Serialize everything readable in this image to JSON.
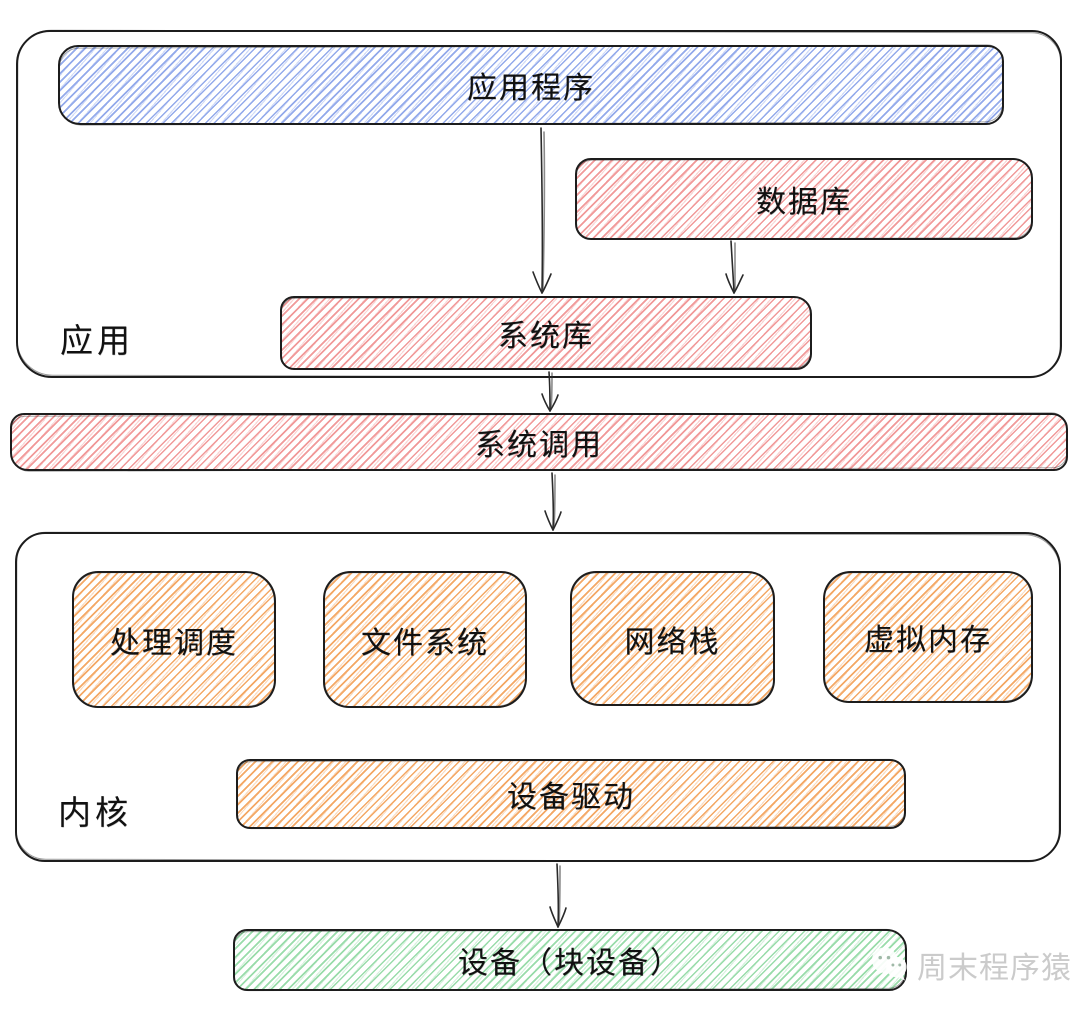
{
  "colors": {
    "stroke": "#1d1d1d",
    "blue_hatch": "#8ea6ea",
    "red_hatch": "#f09494",
    "orange_hatch": "#f3a45e",
    "green_hatch": "#94daa6",
    "watermark_gray": "#cbcbcb"
  },
  "app_layer": {
    "label": "应用",
    "boxes": {
      "application": "应用程序",
      "database": "数据库",
      "system_library": "系统库"
    }
  },
  "syscall_bar": {
    "label": "系统调用"
  },
  "kernel_layer": {
    "label": "内核",
    "modules": [
      "处理调度",
      "文件系统",
      "网络栈",
      "虚拟内存"
    ],
    "driver_bar": "设备驱动"
  },
  "device_bar": {
    "label": "设备（块设备）"
  },
  "watermark": {
    "text": "周末程序猿",
    "icon": "wechat-icon"
  }
}
